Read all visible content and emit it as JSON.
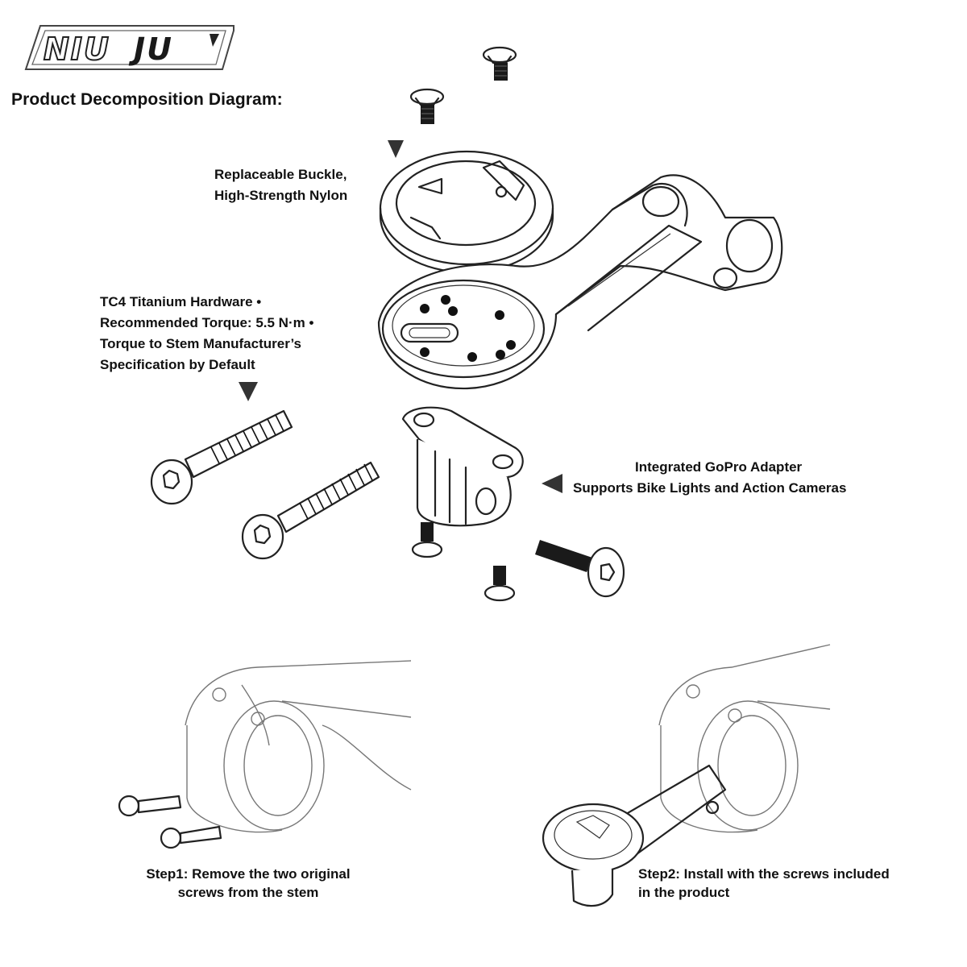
{
  "brand": {
    "logo_text": "NIU JU"
  },
  "heading": "Product Decomposition Diagram:",
  "callouts": {
    "buckle": [
      "Replaceable Buckle,",
      "High-Strength Nylon"
    ],
    "titanium": [
      "TC4 Titanium Hardware •",
      "Recommended Torque: 5.5 N·m •",
      "Torque to Stem Manufacturer’s",
      "Specification by Default"
    ],
    "gopro": [
      "Integrated GoPro Adapter",
      "Supports Bike Lights and Action Cameras"
    ]
  },
  "steps": {
    "step1": [
      "Step1: Remove the two original",
      "screws from the stem"
    ],
    "step2": [
      "Step2: Install with the screws included",
      "in the product"
    ]
  },
  "colors": {
    "line": "#222222",
    "background": "#ffffff",
    "arrow": "#333333"
  }
}
